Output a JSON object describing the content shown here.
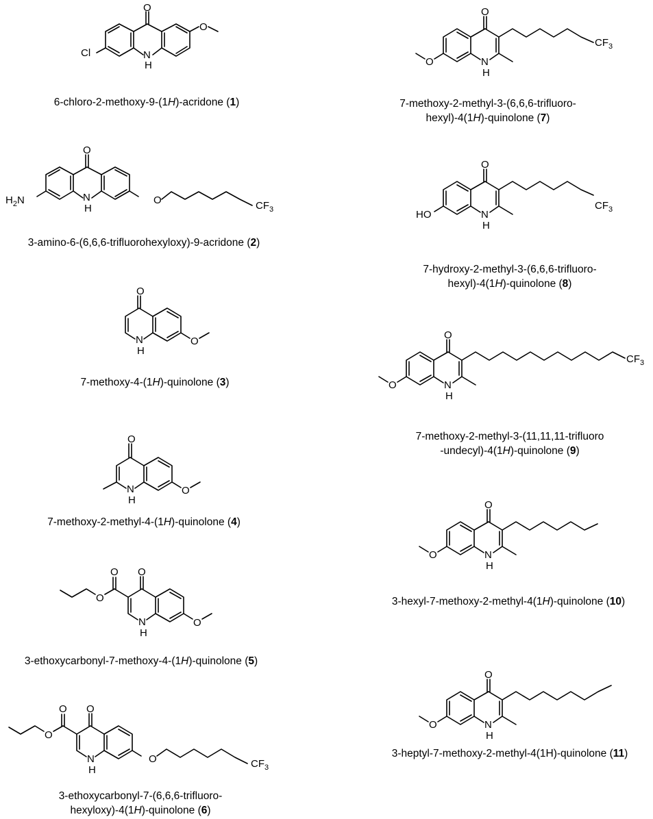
{
  "atoms": {
    "oxygen": "O",
    "nh": "H",
    "n": "N",
    "cl": "Cl",
    "h2n": "H",
    "h2n_sub": "2",
    "h2n_n": "N",
    "ho": "HO",
    "cf3": "CF",
    "cf3_sub": "3"
  },
  "compounds": [
    {
      "id": "1",
      "name_pre": "6-chloro-2-methoxy-9-(1",
      "name_it": "H",
      "name_post": ")-acridone (",
      "num": "1",
      "close": ")"
    },
    {
      "id": "2",
      "name_pre": "3-amino-6-(6,6,6-trifluorohexyloxy)-9-acridone (",
      "num": "2",
      "close": ")"
    },
    {
      "id": "3",
      "name_pre": "7-methoxy-4-(1",
      "name_it": "H",
      "name_post": ")-quinolone (",
      "num": "3",
      "close": ")"
    },
    {
      "id": "4",
      "name_pre": "7-methoxy-2-methyl-4-(1",
      "name_it": "H",
      "name_post": ")-quinolone (",
      "num": "4",
      "close": ")"
    },
    {
      "id": "5",
      "name_pre": "3-ethoxycarbonyl-7-methoxy-4-(1",
      "name_it": "H",
      "name_post": ")-quinolone (",
      "num": "5",
      "close": ")"
    },
    {
      "id": "6",
      "line1": "3-ethoxycarbonyl-7-(6,6,6-trifluoro-",
      "line2_pre": "hexyloxy)-4(1",
      "line2_it": "H",
      "line2_post": ")-quinolone (",
      "num": "6",
      "close": ")"
    },
    {
      "id": "7",
      "line1": "7-methoxy-2-methyl-3-(6,6,6-trifluoro-",
      "line2_pre": "hexyl)-4(1",
      "line2_it": "H",
      "line2_post": ")-quinolone (",
      "num": "7",
      "close": ")"
    },
    {
      "id": "8",
      "line1": "7-hydroxy-2-methyl-3-(6,6,6-trifluoro-",
      "line2_pre": "hexyl)-4(1",
      "line2_it": "H",
      "line2_post": ")-quinolone (",
      "num": "8",
      "close": ")"
    },
    {
      "id": "9",
      "line1": "7-methoxy-2-methyl-3-(11,11,11-trifluoro",
      "line2_pre": "-undecyl)-4(1",
      "line2_it": "H",
      "line2_post": ")-quinolone (",
      "num": "9",
      "close": ")"
    },
    {
      "id": "10",
      "name_pre": "3-hexyl-7-methoxy-2-methyl-4(1",
      "name_it": "H",
      "name_post": ")-quinolone (",
      "num": "10",
      "close": ")"
    },
    {
      "id": "11",
      "name_pre": "3-heptyl-7-methoxy-2-methyl-4(1H)-quinolone (",
      "num": "11",
      "close": ")"
    }
  ]
}
